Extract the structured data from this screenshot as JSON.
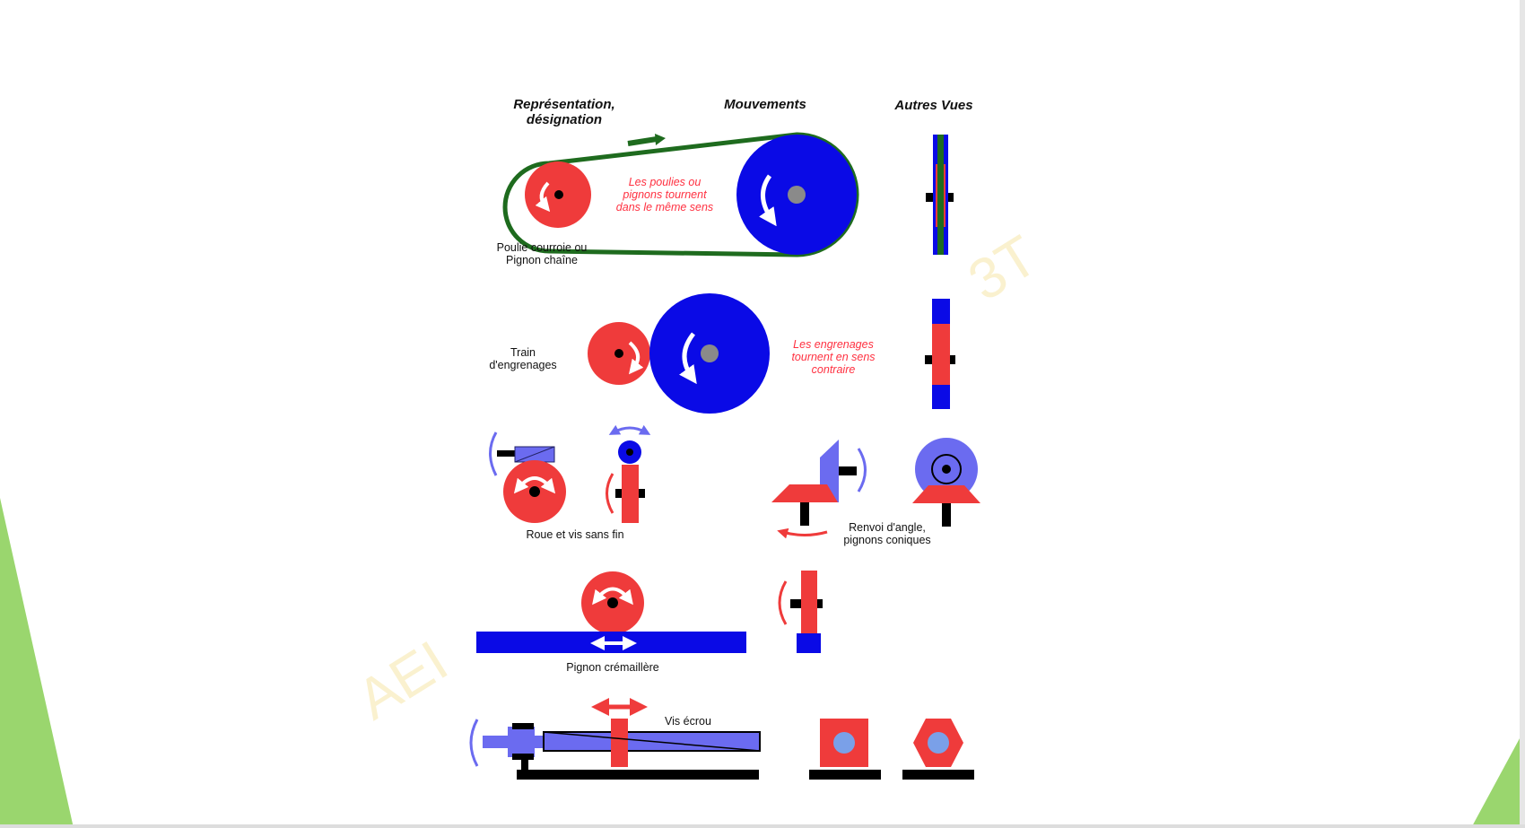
{
  "colors": {
    "red": "#ef3b3b",
    "blue": "#0a0ae6",
    "light_blue": "#6b6bf0",
    "belt_green": "#1e6b1e",
    "black": "#000000",
    "grey": "#8a8a8a",
    "note_red": "#ff3040",
    "slide_green": "#9ad66e"
  },
  "headers": {
    "representation_line1": "Représentation,",
    "representation_line2": "désignation",
    "movements": "Mouvements",
    "other_views": "Autres Vues"
  },
  "pulley_belt": {
    "caption_line1": "Poulie courroie ou",
    "caption_line2": "Pignon chaîne",
    "note_line1": "Les poulies ou",
    "note_line2": "pignons tournent",
    "note_line3": "dans le même sens"
  },
  "gear_train": {
    "caption_line1": "Train",
    "caption_line2": "d'engrenages",
    "note_line1": "Les engrenages",
    "note_line2": "tournent en sens",
    "note_line3": "contraire"
  },
  "worm_gear": {
    "caption": "Roue et vis sans fin"
  },
  "bevel_gears": {
    "caption_line1": "Renvoi d'angle,",
    "caption_line2": "pignons coniques"
  },
  "rack_pinion": {
    "caption": "Pignon crémaillère"
  },
  "screw_nut": {
    "caption": "Vis écrou"
  },
  "watermark": {
    "left": "AEI",
    "right": "3T"
  }
}
